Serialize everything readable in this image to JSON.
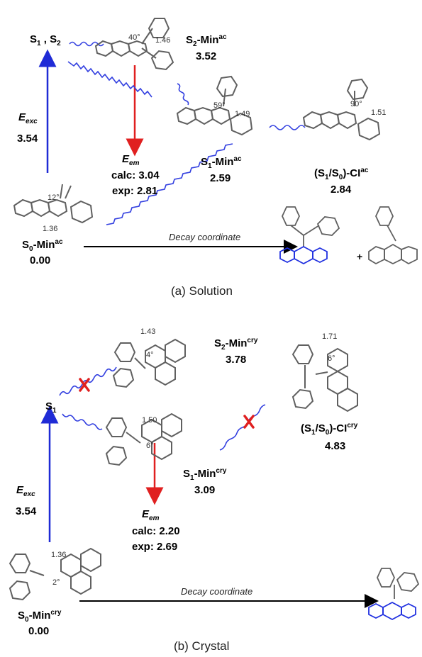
{
  "panel_a": {
    "state_main": {
      "s": "S",
      "n1": "1",
      "sep": " , ",
      "s2": "S",
      "n2": "2"
    },
    "e_exc": {
      "e": "E",
      "sub": "exc",
      "value": "3.54"
    },
    "e_em": {
      "e": "E",
      "sub": "em",
      "calc": "calc: 3.04",
      "exp": "exp: 2.81"
    },
    "s2_min": {
      "name_s": "S",
      "name_n": "2",
      "suffix": "-Min",
      "sup": "ac",
      "value": "3.52",
      "angle": "40°",
      "bond": "1.46"
    },
    "s1_min": {
      "name_s": "S",
      "name_n": "1",
      "suffix": "-Min",
      "sup": "ac",
      "value": "2.59",
      "angle": "59°",
      "bond": "1.49"
    },
    "ci": {
      "pre": "(S",
      "n1": "1",
      "mid": "/S",
      "n0": "0",
      "post": ")-CI",
      "sup": "ac",
      "value": "2.84",
      "angle": "90°",
      "bond": "1.51"
    },
    "s0_min": {
      "name_s": "S",
      "name_n": "0",
      "suffix": "-Min",
      "sup": "ac",
      "value": "0.00",
      "angle": "12°",
      "bond": "1.36"
    },
    "decay": "Decay coordinate",
    "plus": "+",
    "caption": "(a) Solution"
  },
  "panel_b": {
    "state_main": {
      "s": "S",
      "n1": "1"
    },
    "e_exc": {
      "e": "E",
      "sub": "exc",
      "value": "3.54"
    },
    "e_em": {
      "e": "E",
      "sub": "em",
      "calc": "calc: 2.20",
      "exp": "exp: 2.69"
    },
    "s2_min": {
      "name_s": "S",
      "name_n": "2",
      "suffix": "-Min",
      "sup": "cry",
      "value": "3.78",
      "angle": "4°",
      "bond": "1.43"
    },
    "s1_min": {
      "name_s": "S",
      "name_n": "1",
      "suffix": "-Min",
      "sup": "cry",
      "value": "3.09",
      "angle": "6°",
      "bond": "1.50"
    },
    "ci": {
      "pre": "(S",
      "n1": "1",
      "mid": "/S",
      "n0": "0",
      "post": ")-CI",
      "sup": "cry",
      "value": "4.83",
      "angle": "6°",
      "bond": "1.71"
    },
    "s0_min": {
      "name_s": "S",
      "name_n": "0",
      "suffix": "-Min",
      "sup": "cry",
      "value": "0.00",
      "angle": "2°",
      "bond": "1.36"
    },
    "decay": "Decay coordinate",
    "caption": "(b) Crystal"
  },
  "colors": {
    "excitation": "#1f2bd6",
    "emission": "#e02020",
    "blocked": "#e02020",
    "wavy": "#3340e0",
    "molecule": "#606060",
    "atom_blue": "#2030e0"
  }
}
